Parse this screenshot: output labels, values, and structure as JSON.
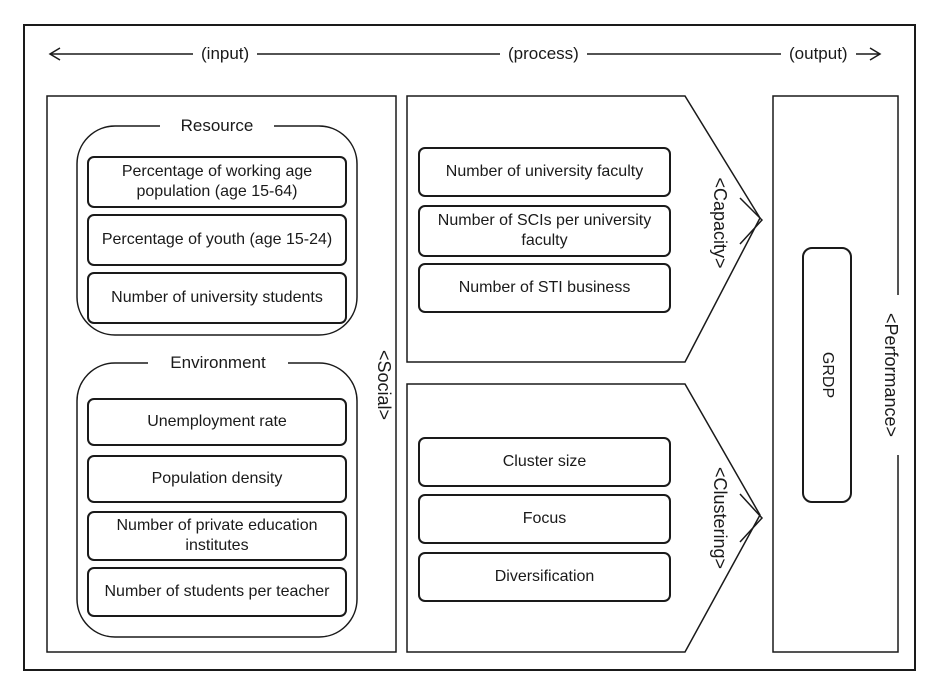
{
  "flow": {
    "input": "(input)",
    "process": "(process)",
    "output": "(output)"
  },
  "social": {
    "label": "<Social>",
    "resource": {
      "title": "Resource",
      "items": [
        "Percentage of working age population (age 15-64)",
        "Percentage of youth (age 15-24)",
        "Number of university students"
      ]
    },
    "environment": {
      "title": "Environment",
      "items": [
        "Unemployment rate",
        "Population density",
        "Number of private education institutes",
        "Number of students per teacher"
      ]
    }
  },
  "capacity": {
    "label": "<Capacity>",
    "items": [
      "Number of university faculty",
      "Number of SCIs per university faculty",
      "Number of STI business"
    ]
  },
  "clustering": {
    "label": "<Clustering>",
    "items": [
      "Cluster size",
      "Focus",
      "Diversification"
    ]
  },
  "performance": {
    "label": "<Performance>",
    "item": "GRDP"
  }
}
